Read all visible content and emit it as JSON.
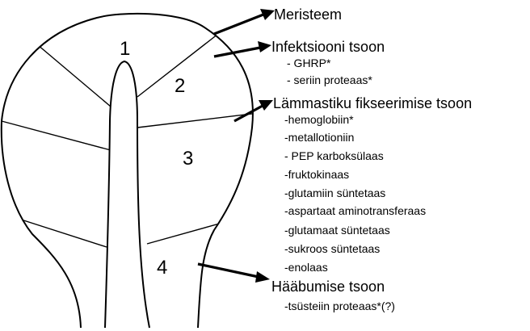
{
  "zones": [
    {
      "number": "1",
      "heading": "Meristeem",
      "items": []
    },
    {
      "number": "2",
      "heading": "Infektsiooni tsoon",
      "items": [
        "- GHRP*",
        "- seriin proteaas*"
      ]
    },
    {
      "number": "3",
      "heading": "Lämmastiku fikseerimise tsoon",
      "items": [
        "-hemoglobiin*",
        "-metallotioniin",
        "- PEP karboksülaas",
        "-fruktokinaas",
        "-glutamiin süntetaas",
        "-aspartaat aminotransferaas",
        "-glutamaat süntetaas",
        "-sukroos süntetaas",
        "-enolaas"
      ]
    },
    {
      "number": "4",
      "heading": "Hääbumise tsoon",
      "items": [
        "-tsüsteiin proteaas*(?)"
      ]
    }
  ]
}
